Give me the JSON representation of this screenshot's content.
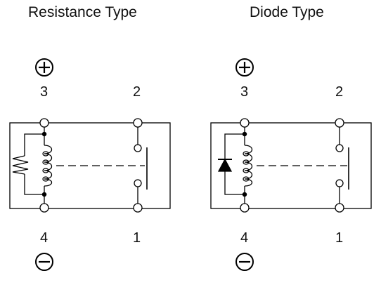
{
  "titles": {
    "resistance": "Resistance Type",
    "diode": "Diode Type"
  },
  "pins": {
    "pin3": "3",
    "pin2": "2",
    "pin4": "4",
    "pin1": "1"
  },
  "icons": {
    "positive": "plus-circle-icon",
    "negative": "minus-circle-icon",
    "resistor": "resistor-icon",
    "diode": "diode-icon",
    "coil": "coil-icon",
    "switch": "switch-contact-icon"
  }
}
